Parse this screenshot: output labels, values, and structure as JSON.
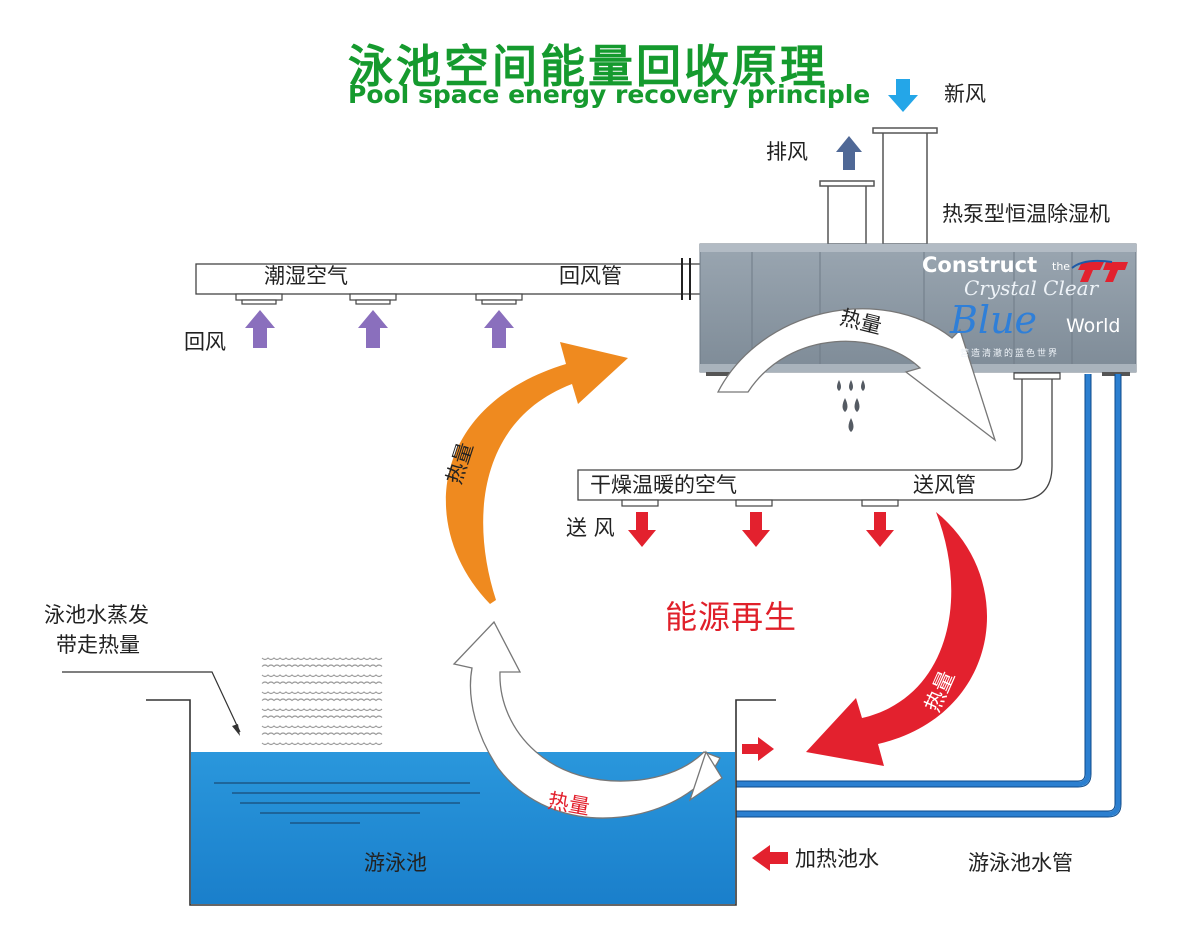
{
  "title": {
    "cn": "泳池空间能量回收原理",
    "en": "Pool space energy recovery principle"
  },
  "labels": {
    "fresh_air": "新风",
    "exhaust_air": "排风",
    "unit_name": "热泵型恒温除湿机",
    "humid_air": "潮湿空气",
    "return_duct": "回风管",
    "return_air": "回风",
    "dry_warm_air": "干燥温暖的空气",
    "supply_duct": "送风管",
    "supply_air": "送 风",
    "energy_regen": "能源再生",
    "evaporation_line1": "泳池水蒸发",
    "evaporation_line2": "带走热量",
    "pool": "游泳池",
    "heated_water": "加热池水",
    "pool_water_pipe": "游泳池水管"
  },
  "heat_arrows": {
    "unit": "热量",
    "orange": "热量",
    "red": "热量",
    "white": "热量"
  },
  "logo": {
    "line1": "Construct",
    "the": "the",
    "line2": "Crystal Clear",
    "blue": "Blue",
    "world": "World",
    "cn": "营造清澈的蓝色世界"
  },
  "colors": {
    "title_green": "#159a2e",
    "orange_arrow": "#ef8a1f",
    "red_arrow": "#e3212e",
    "pool_blue": "#1e8cd6",
    "unit_gray": "#8d9aa6",
    "pipe_blue": "#2b7fd0",
    "return_arrow_purple": "#8a6fbd",
    "fresh_air_arrow": "#24a6e8",
    "exhaust_arrow": "#4f6896"
  }
}
